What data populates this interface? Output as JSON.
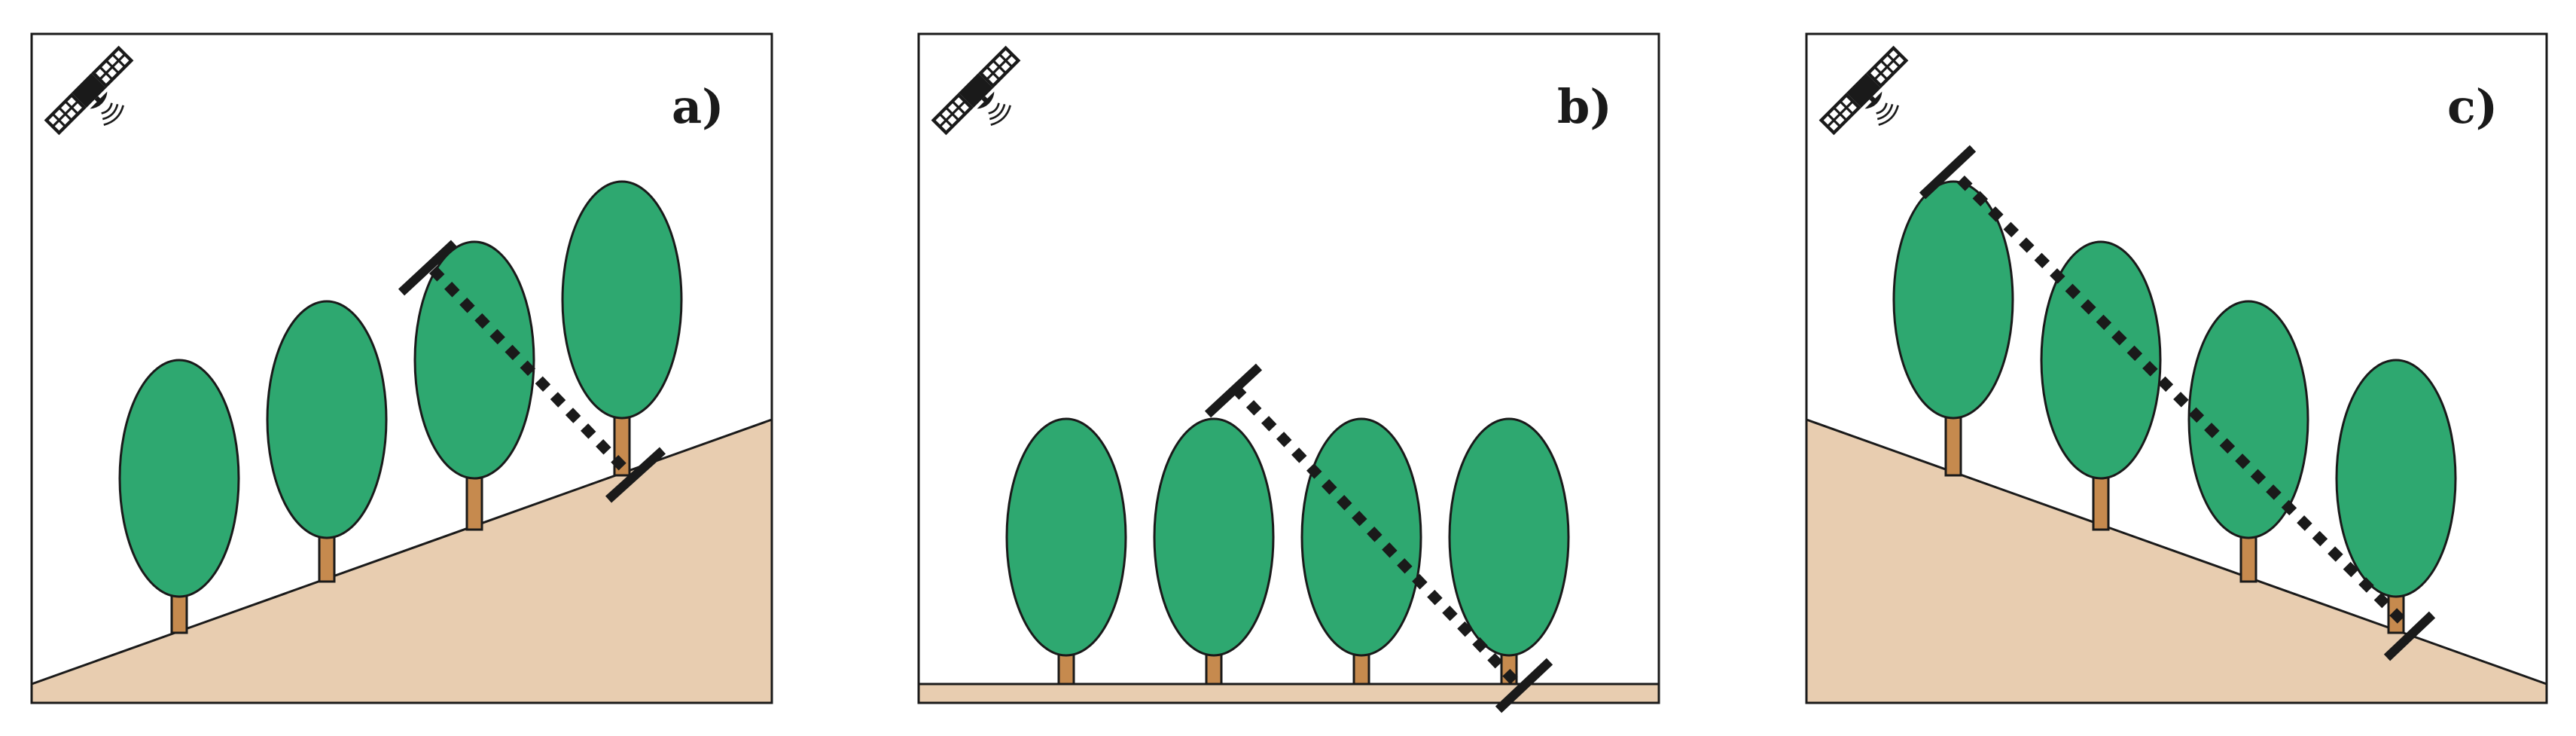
{
  "colors": {
    "tree_canopy": "#2ea870",
    "tree_trunk": "#c68a4e",
    "ground": "#e8cdb0",
    "outline": "#1a1a1a",
    "sensor_line": "#1a1a1a"
  },
  "icons": {
    "satellite": "satellite-icon"
  },
  "panels": [
    {
      "id": "a",
      "label": "a)",
      "terrain": "uphill-slope",
      "tree_count": 4
    },
    {
      "id": "b",
      "label": "b)",
      "terrain": "flat",
      "tree_count": 4
    },
    {
      "id": "c",
      "label": "c)",
      "terrain": "downhill-slope",
      "tree_count": 4
    }
  ]
}
